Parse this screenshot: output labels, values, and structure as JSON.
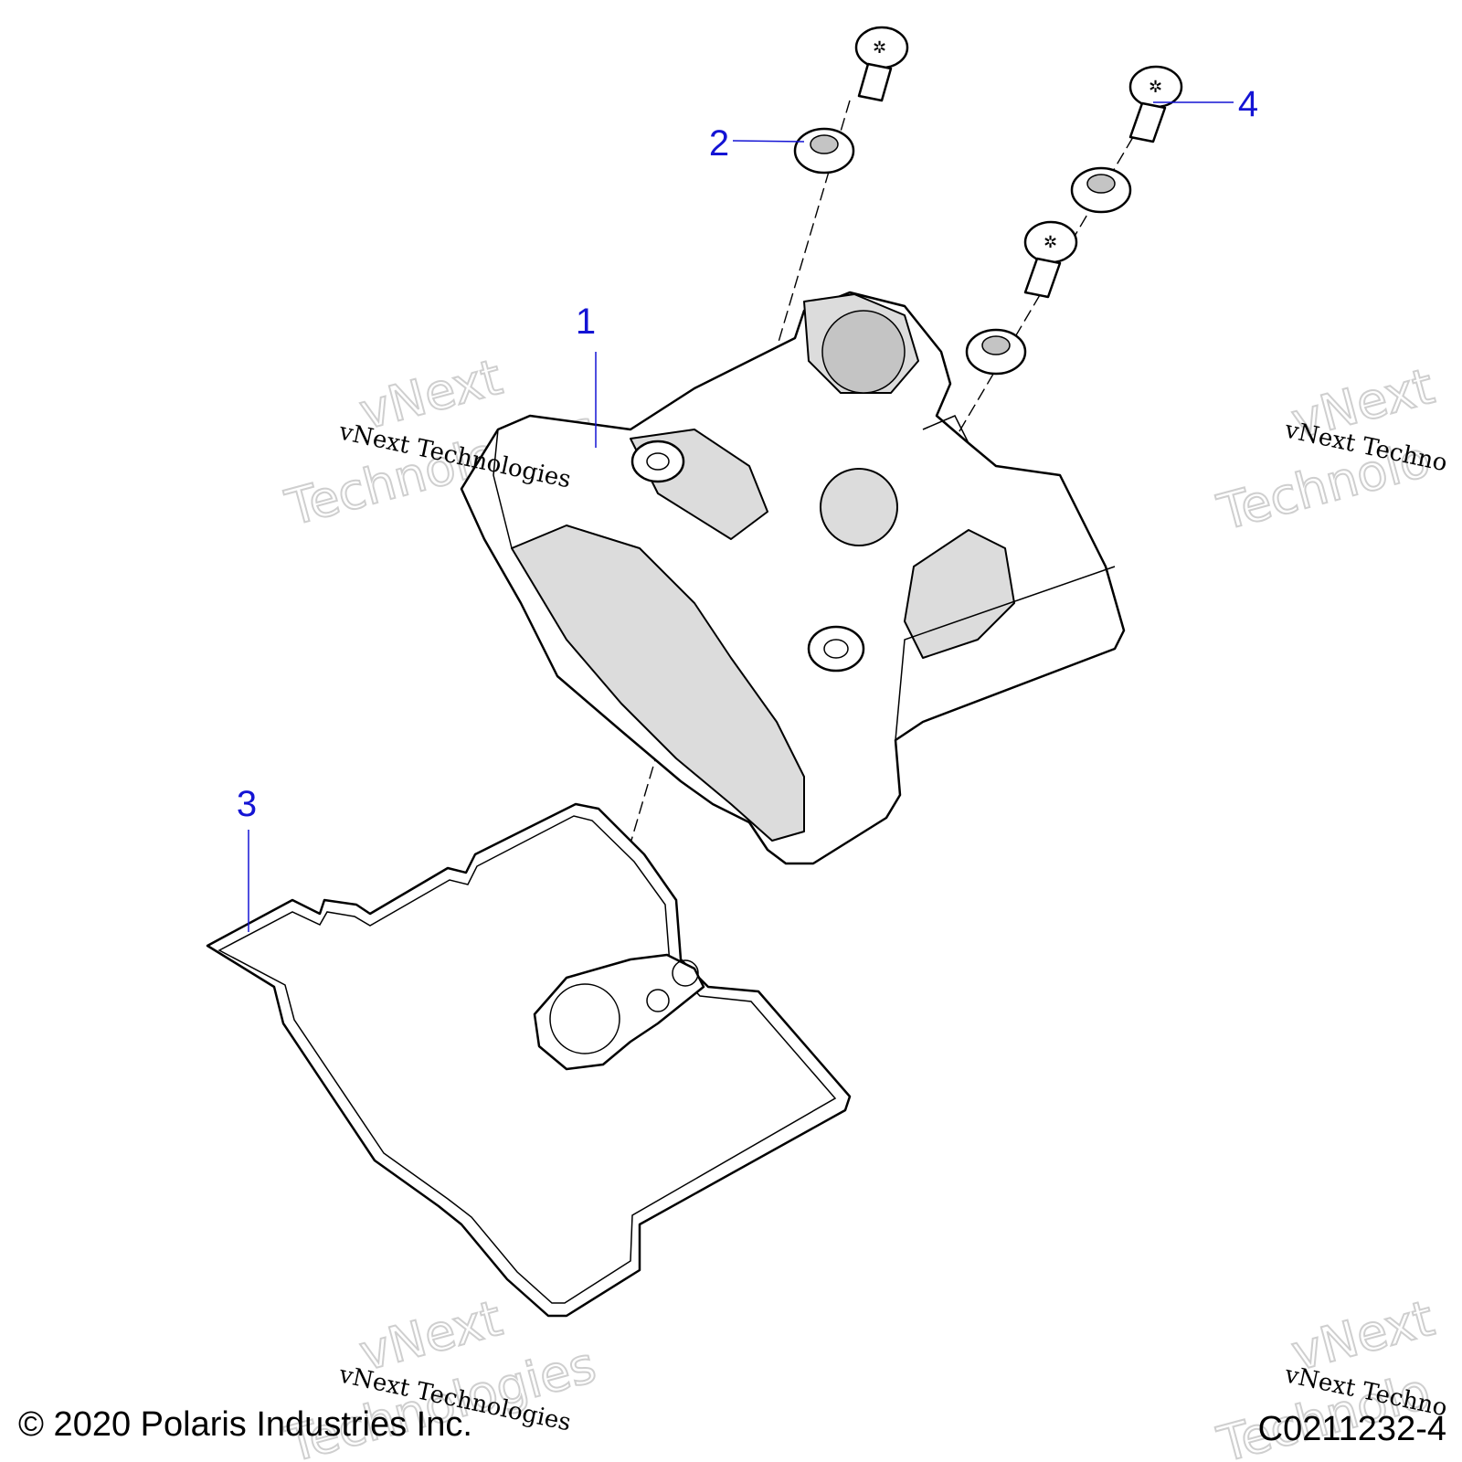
{
  "callouts": [
    {
      "id": "1",
      "label": "1"
    },
    {
      "id": "2",
      "label": "2"
    },
    {
      "id": "3",
      "label": "3"
    },
    {
      "id": "4",
      "label": "4"
    }
  ],
  "watermark": {
    "brand_line": "vNext Technologies",
    "big_word_1": "vNext",
    "big_word_2": "Technologies",
    "right_small": "vNext Techno",
    "right_big_1": "vNext",
    "right_big_2": "Technolo"
  },
  "footer": {
    "copyright": "© 2020 Polaris Industries Inc.",
    "drawing_number": "C0211232-4"
  },
  "colors": {
    "callout": "#1414d4",
    "line": "#000000",
    "shade_light": "#dcdcdc",
    "shade_dark": "#c4c4c4",
    "watermark_outline": "#cfcfcf"
  }
}
